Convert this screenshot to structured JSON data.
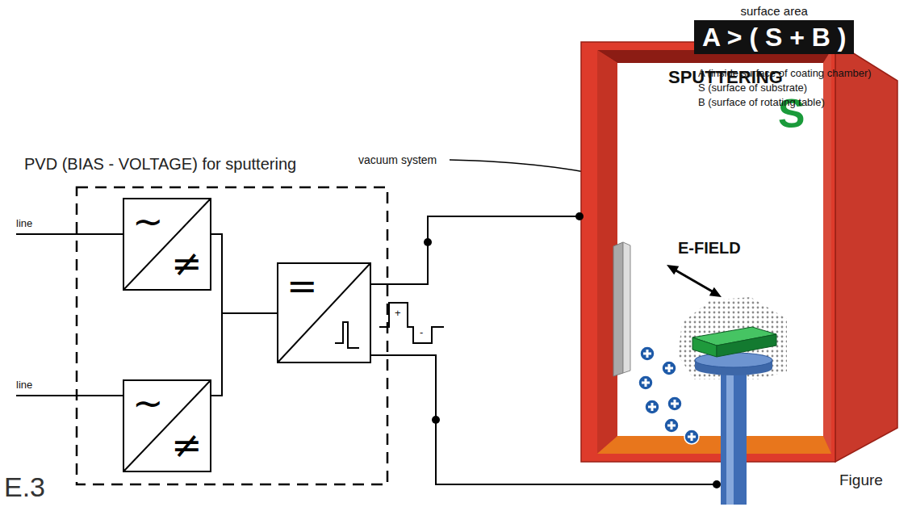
{
  "diagram": {
    "title": "PVD (BIAS - VOLTAGE) for sputtering",
    "nodes": [
      {
        "text": [
          "surface area",
          "A > ( S + B )"
        ]
      },
      {
        "text": [
          "~",
          "≠"
        ]
      },
      {
        "text": [
          "~",
          "≠"
        ]
      },
      {
        "text": [
          "="
        ]
      },
      {
        "text": [
          "SPUTTERING",
          "E-FIELD",
          "S"
        ]
      }
    ],
    "edges": [
      {
        "from": 1,
        "to": 3,
        "arrow": "none"
      },
      {
        "from": 2,
        "to": 3,
        "arrow": "none"
      },
      {
        "from": 3,
        "to": 4,
        "arrow": "none"
      },
      {
        "from": 3,
        "to": 4,
        "arrow": "none"
      }
    ],
    "labels": [
      "A (inside surface of coating chamber)",
      "S (surface of substrate)",
      "B (surface of rotating table)",
      "vacuum system",
      "line",
      "line",
      "+",
      "-",
      "E.3",
      "Figure"
    ]
  }
}
